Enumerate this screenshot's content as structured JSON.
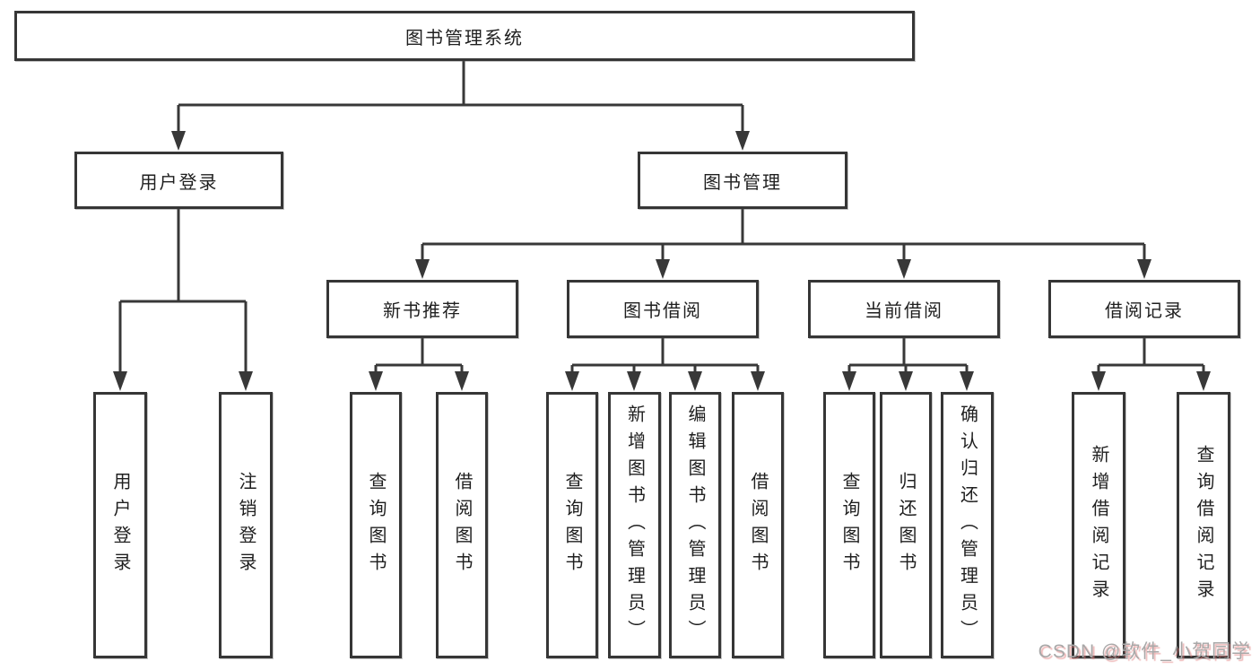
{
  "tree": {
    "label": "图书管理系统",
    "children": [
      {
        "label": "用户登录",
        "children": [
          {
            "label": "用户登录"
          },
          {
            "label": "注销登录"
          }
        ]
      },
      {
        "label": "图书管理",
        "children": [
          {
            "label": "新书推荐",
            "children": [
              {
                "label": "查询图书"
              },
              {
                "label": "借阅图书"
              }
            ]
          },
          {
            "label": "图书借阅",
            "children": [
              {
                "label": "查询图书"
              },
              {
                "label": "新增图书（管理员）"
              },
              {
                "label": "编辑图书（管理员）"
              },
              {
                "label": "借阅图书"
              }
            ]
          },
          {
            "label": "当前借阅",
            "children": [
              {
                "label": "查询图书"
              },
              {
                "label": "归还图书"
              },
              {
                "label": "确认归还（管理员）"
              }
            ]
          },
          {
            "label": "借阅记录",
            "children": [
              {
                "label": "新增借阅记录"
              },
              {
                "label": "查询借阅记录"
              }
            ]
          }
        ]
      }
    ]
  },
  "watermark": {
    "text": "CSDN @软件_小贺同学"
  },
  "colors": {
    "line": "#383838",
    "box_border": "#363636",
    "text": "#1f1f1f",
    "background": "#ffffff",
    "watermark_text": "#a8a8a8",
    "watermark_shadow": "#e07a7a"
  }
}
